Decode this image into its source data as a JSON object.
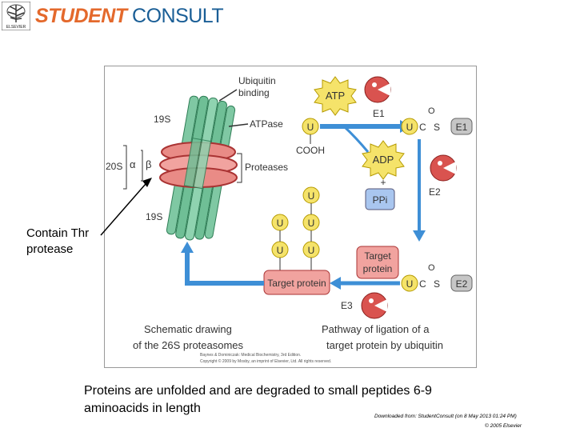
{
  "header": {
    "brand_student": "STUDENT",
    "brand_consult": "CONSULT",
    "logo_text": "ELSEVIER"
  },
  "figure": {
    "ubiquitin_binding": [
      "Ubiquitin",
      "binding"
    ],
    "label_19s_top": "19S",
    "label_atpase": "ATPase",
    "label_20s": "20S",
    "alpha": "α",
    "beta": "β",
    "proteases": "Proteases",
    "label_19s_bottom": "19S",
    "atp": "ATP",
    "adp": "ADP",
    "ppi": "PPi",
    "u": "U",
    "cooh": "COOH",
    "e1": "E1",
    "e2": "E2",
    "e3": "E3",
    "thioester_c": "C",
    "thioester_s": "S",
    "o": "O",
    "plus": "+",
    "target_protein": "Target protein",
    "target_protein_box": [
      "Target",
      "protein"
    ],
    "schematic": [
      "Schematic drawing",
      "of the 26S proteasomes"
    ],
    "pathway": [
      "Pathway of ligation of a",
      "target protein by ubiquitin"
    ],
    "copyright": [
      "Baynes & Dominiczak: Medical Biochemistry, 3rd Edition.",
      "Copyright © 2009 by Mosby, an imprint of Elsevier, Ltd. All rights reserved."
    ]
  },
  "callout": {
    "line1": "Contain Thr",
    "line2": "protease"
  },
  "caption": {
    "line1": "Proteins are unfolded and are degraded to small peptides 6-9",
    "line2": "aminoacids in length"
  },
  "footer": {
    "downloaded": "Downloaded from: StudentConsult (on 8 May 2013 01:24 PM)",
    "copyright": "© 2005 Elsevier"
  }
}
